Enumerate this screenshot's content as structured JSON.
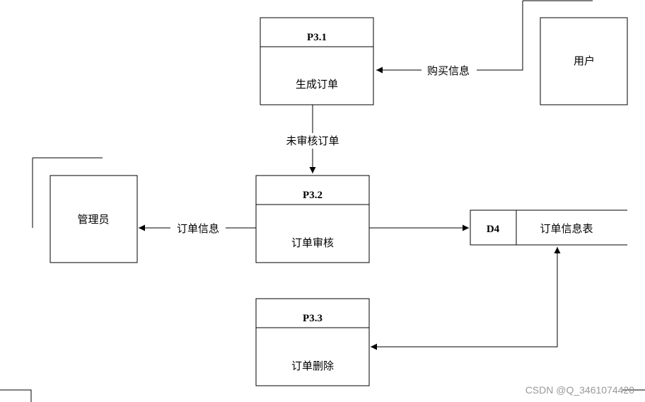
{
  "processes": {
    "p31": {
      "id": "P3.1",
      "name": "生成订单"
    },
    "p32": {
      "id": "P3.2",
      "name": "订单审核"
    },
    "p33": {
      "id": "P3.3",
      "name": "订单删除"
    }
  },
  "entities": {
    "user": "用户",
    "admin": "管理员"
  },
  "datastore": {
    "id": "D4",
    "name": "订单信息表"
  },
  "flows": {
    "purchase_info": "购买信息",
    "unreviewed_order": "未审核订单",
    "order_info": "订单信息"
  },
  "watermark": "CSDN @Q_3461074420"
}
